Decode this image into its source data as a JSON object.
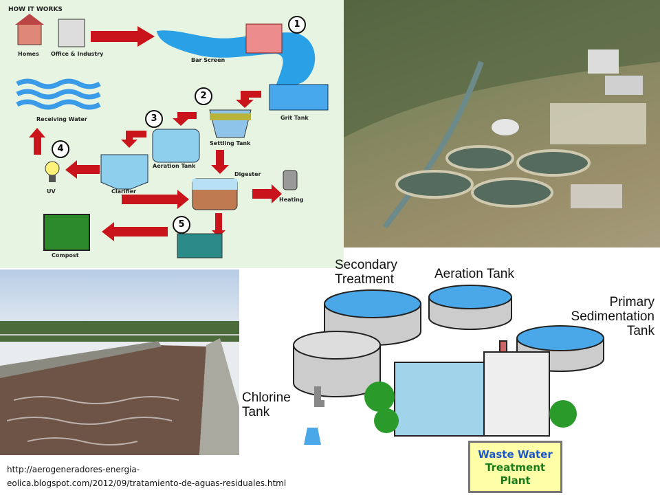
{
  "how_it_works": {
    "title": "HOW IT WORKS",
    "labels": {
      "homes": "Homes",
      "office_industry": "Office & Industry",
      "bar_screen": "Bar Screen",
      "receiving_water": "Receiving Water",
      "grit_tank": "Grit Tank",
      "settling_tank": "Settling Tank",
      "aeration_tank": "Aeration Tank",
      "digester": "Digester",
      "clarifier": "Clarifier",
      "uv": "UV",
      "heating": "Heating",
      "compost": "Compost"
    },
    "steps": [
      "1",
      "2",
      "3",
      "4",
      "5"
    ]
  },
  "schematic": {
    "secondary_treatment": "Secondary Treatment",
    "aeration_tank": "Aeration Tank",
    "primary_sedimentation_tank": "Primary Sedimentation Tank",
    "chlorine_tank": "Chlorine Tank",
    "sign": [
      "Waste Water",
      "Treatment",
      "Plant"
    ],
    "colors": {
      "sign_title": "#1a56c8",
      "sign_text": "#1a7a1a",
      "water": "#4aa8e8"
    }
  },
  "caption": {
    "line1": "http://aerogeneradores-energia-",
    "line2": "eolica.blogspot.com/2012/09/tratamiento-de-aguas-residuales.html"
  }
}
